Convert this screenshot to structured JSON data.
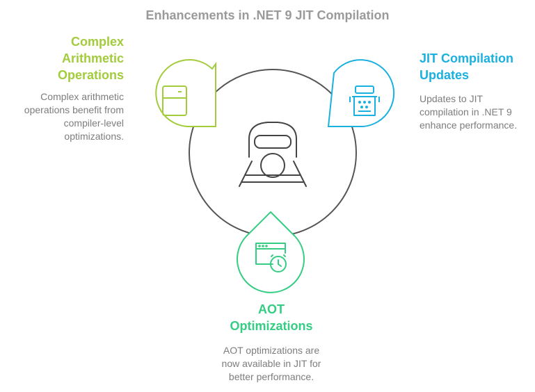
{
  "title": "Enhancements in .NET 9 JIT Compilation",
  "center": {
    "icon": "train-on-tracks-icon"
  },
  "nodes": {
    "complex": {
      "heading": [
        "Complex",
        "Arithmetic",
        "Operations"
      ],
      "description": [
        "Complex arithmetic",
        "operations benefit from",
        "compiler-level",
        "optimizations."
      ],
      "color": "#a3cc3c",
      "icon": "calculator-device-icon"
    },
    "jit": {
      "heading": [
        "JIT Compilation",
        "Updates"
      ],
      "description": [
        "Updates to JIT",
        "compilation in .NET 9",
        "enhance performance."
      ],
      "color": "#1ab0e0",
      "icon": "typewriter-icon"
    },
    "aot": {
      "heading": [
        "AOT",
        "Optimizations"
      ],
      "description": [
        "AOT optimizations are",
        "now available in JIT for",
        "better performance."
      ],
      "color": "#35cc83",
      "icon": "browser-clock-icon"
    }
  }
}
